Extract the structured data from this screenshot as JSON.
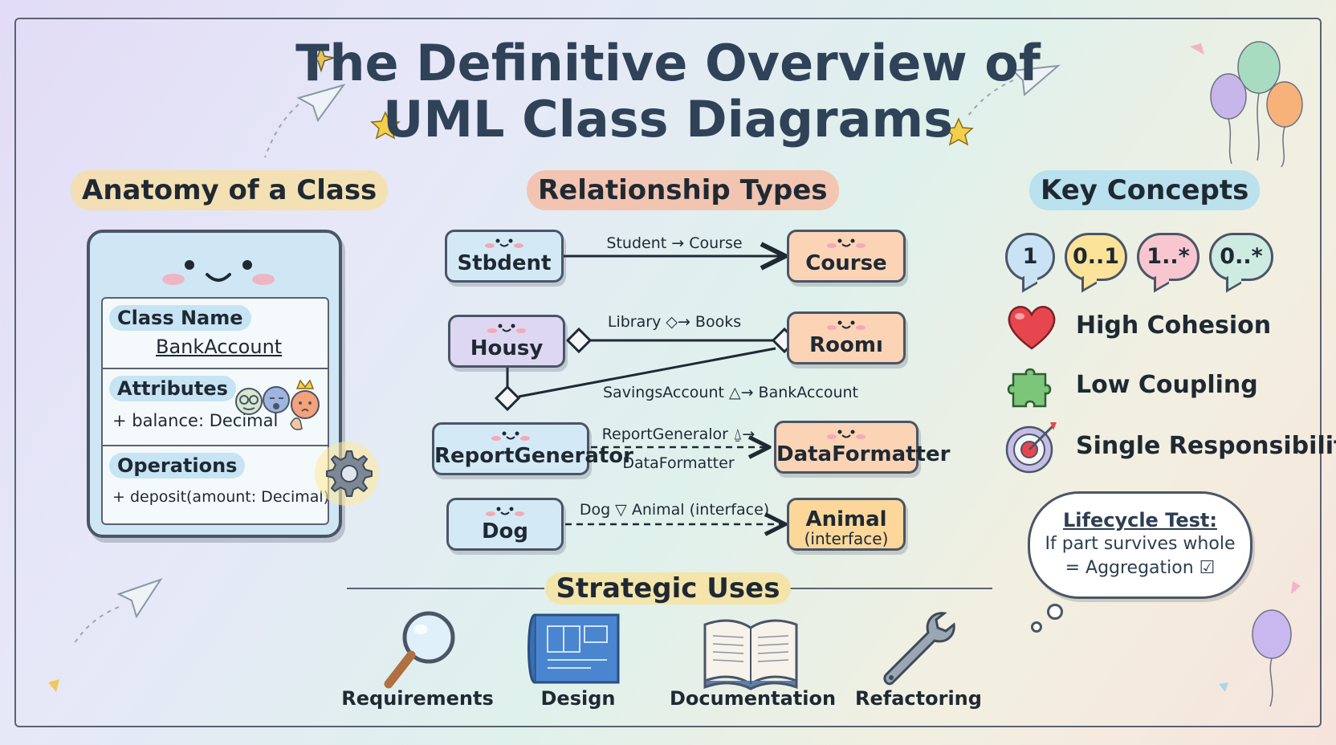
{
  "title": {
    "line1": "The Definitive Overview of",
    "line2": "UML Class Diagrams"
  },
  "anatomy": {
    "heading": "Anatomy of a Class",
    "class_name_label": "Class Name",
    "class_name_value": "BankAccount",
    "attributes_label": "Attributes",
    "attribute_item": "+ balance: Decimal",
    "operations_label": "Operations",
    "operation_item": "+ deposit(amount: Decimal)"
  },
  "relationships": {
    "heading": "Relationship Types",
    "nodes": {
      "student": "Stbdent",
      "course": "Course",
      "housy": "Housy",
      "room": "Roomı",
      "report": "ReportGenerator",
      "formatter": "DataFormatter",
      "dog": "Dog",
      "animal": "Animal",
      "animal_sub": "(interface)"
    },
    "labels": {
      "association": "Student → Course",
      "aggregation": "Library ◇→ Books",
      "inheritance": "SavingsAccount △→ BankAccount",
      "dependency_1": "ReportGeneralor ⍙→",
      "dependency_2": "DataFormatter",
      "realization": "Dog ▽ Animal (interface)"
    }
  },
  "key_concepts": {
    "heading": "Key Concepts",
    "multiplicities": [
      {
        "label": "1",
        "color": "#c9e3f5"
      },
      {
        "label": "0..1",
        "color": "#fbe39a"
      },
      {
        "label": "1..*",
        "color": "#f8c6cf"
      },
      {
        "label": "0..*",
        "color": "#cdebe0"
      }
    ],
    "concepts": [
      {
        "label": "High Cohesion",
        "icon": "heart-icon"
      },
      {
        "label": "Low Coupling",
        "icon": "puzzle-icon"
      },
      {
        "label": "Single Responsibility",
        "icon": "target-icon"
      }
    ],
    "lifecycle": {
      "title": "Lifecycle Test:",
      "line1": "If part survives whole",
      "line2": "= Aggregation ☑"
    }
  },
  "strategic": {
    "heading": "Strategic Uses",
    "uses": [
      {
        "label": "Requirements",
        "icon": "magnifier-icon"
      },
      {
        "label": "Design",
        "icon": "blueprint-icon"
      },
      {
        "label": "Documentation",
        "icon": "book-icon"
      },
      {
        "label": "Refactoring",
        "icon": "wrench-icon"
      }
    ]
  },
  "colors": {
    "ink": "#4a5566",
    "node_blue": "#d4e9f6",
    "node_purple": "#ddd7f2",
    "node_orange": "#fbd4b6"
  }
}
